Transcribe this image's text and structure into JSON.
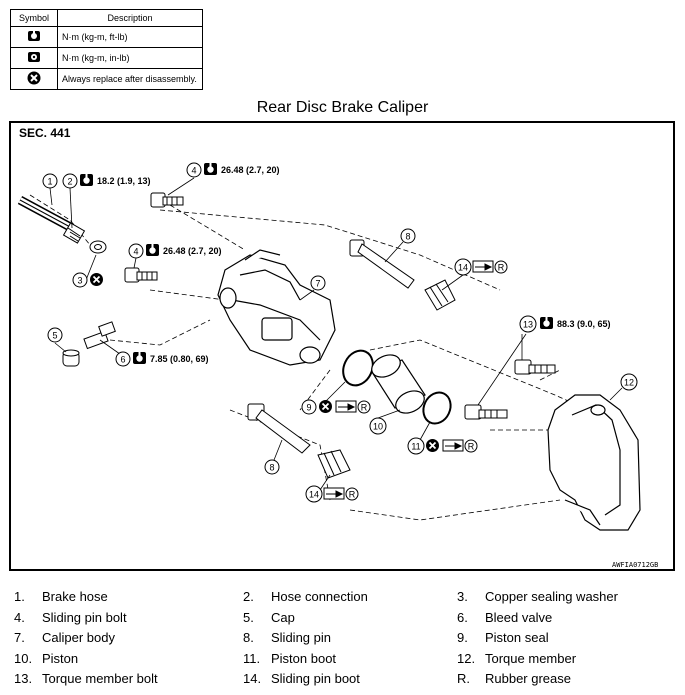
{
  "legend": {
    "header_symbol": "Symbol",
    "header_description": "Description",
    "rows": [
      {
        "icon": "torque-wrench-icon",
        "text": "N·m (kg-m, ft-lb)"
      },
      {
        "icon": "torque-wrench-inlb-icon",
        "text": "N·m (kg-m, in-lb)"
      },
      {
        "icon": "always-replace-icon",
        "text": "Always replace after disassembly."
      }
    ]
  },
  "title": "Rear Disc Brake Caliper",
  "section": "SEC. 441",
  "figure_id": "AWFIA0712GB",
  "callouts": {
    "c1": "1",
    "c2": "2",
    "c3": "3",
    "c4a": "4",
    "c4b": "4",
    "c5": "5",
    "c6": "6",
    "c7": "7",
    "c8a": "8",
    "c8b": "8",
    "c9": "9",
    "c10": "10",
    "c11": "11",
    "c12": "12",
    "c13": "13",
    "c14a": "14",
    "c14b": "14",
    "r1": "R",
    "r2": "R",
    "r3": "R",
    "r4": "R"
  },
  "torques": {
    "t2": "18.2 (1.9, 13)",
    "t4a": "26.48 (2.7, 20)",
    "t4b": "26.48 (2.7, 20)",
    "t6": "7.85 (0.80, 69)",
    "t13": "88.3 (9.0, 65)"
  },
  "parts": [
    {
      "num": "1.",
      "label": "Brake hose"
    },
    {
      "num": "2.",
      "label": "Hose connection"
    },
    {
      "num": "3.",
      "label": "Copper sealing washer"
    },
    {
      "num": "4.",
      "label": "Sliding pin bolt"
    },
    {
      "num": "5.",
      "label": "Cap"
    },
    {
      "num": "6.",
      "label": "Bleed valve"
    },
    {
      "num": "7.",
      "label": "Caliper body"
    },
    {
      "num": "8.",
      "label": "Sliding pin"
    },
    {
      "num": "9.",
      "label": "Piston seal"
    },
    {
      "num": "10.",
      "label": "Piston"
    },
    {
      "num": "11.",
      "label": "Piston boot"
    },
    {
      "num": "12.",
      "label": "Torque member"
    },
    {
      "num": "13.",
      "label": "Torque member bolt"
    },
    {
      "num": "14.",
      "label": "Sliding pin boot"
    },
    {
      "num": "R.",
      "label": "Rubber grease"
    }
  ]
}
